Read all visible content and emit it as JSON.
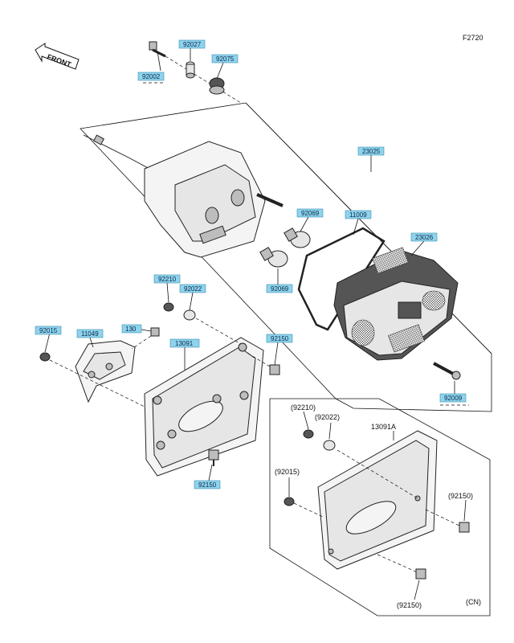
{
  "figure_code": "F2720",
  "front_label": "FRONT",
  "tags": {
    "p92027": "92027",
    "p92002": "92002",
    "p92075": "92075",
    "p23025": "23025",
    "p92069a": "92069",
    "p11009": "11009",
    "p23026": "23026",
    "p92069b": "92069",
    "p92210": "92210",
    "p92022": "92022",
    "p92015": "92015",
    "p11049": "11049",
    "p130": "130",
    "p13091": "13091",
    "p92150a": "92150",
    "p92009": "92009",
    "p92150b": "92150"
  },
  "cn_section": {
    "p92210": "(92210)",
    "p92022": "(92022)",
    "p13091A": "13091A",
    "p92015": "(92015)",
    "p92150a": "(92150)",
    "p92150b": "(92150)",
    "region": "(CN)"
  }
}
